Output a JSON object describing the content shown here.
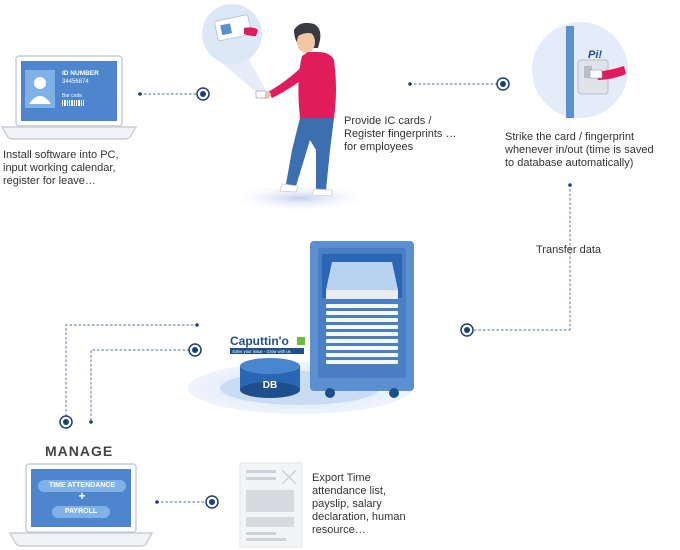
{
  "captions": {
    "install": [
      "Install software into PC,",
      "input working calendar,",
      "register for leave…"
    ],
    "provide": [
      "Provide IC cards /",
      "Register fingerprints …",
      "for employees"
    ],
    "strike": [
      "Strike the card / fingerprint",
      "whenever in/out (time is saved",
      "to database automatically)"
    ],
    "transfer": "Transfer data",
    "export": [
      "Export Time",
      "attendance list,",
      "payslip, salary",
      "declaration, human",
      "resource…"
    ]
  },
  "manage": {
    "title": "MANAGE",
    "btn_time": "TIME ATTENDANCE",
    "plus": "+",
    "btn_payroll": "PAYROLL"
  },
  "id_card": {
    "title": "ID NUMBER",
    "number": "34456874",
    "barcode": "Bar code"
  },
  "machine": {
    "db_label": "DB",
    "brand": "Caputtin'o",
    "tagline": "Solve your issue - Grow with us"
  },
  "device": {
    "beep": "Pi!"
  },
  "colors": {
    "blue": "#2a66b3",
    "light_blue": "#5a8fd0",
    "navy": "#1e4f8c",
    "dot": "#1a3f7a",
    "pink": "#e01c5d"
  }
}
